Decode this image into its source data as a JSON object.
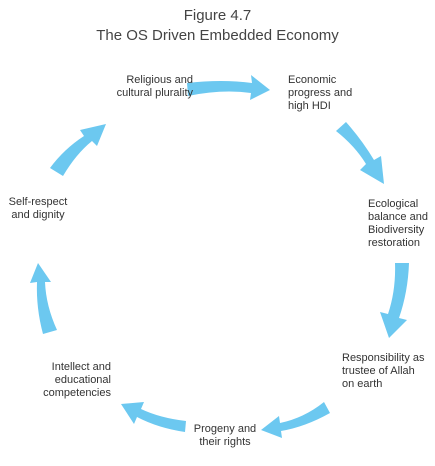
{
  "figure": {
    "number": "Figure 4.7",
    "title": "The OS Driven Embedded Economy"
  },
  "colors": {
    "arrow": "#6cc8f0",
    "text": "#333333"
  },
  "nodes": [
    {
      "id": "economic",
      "lines": [
        "Economic",
        "progress and",
        "high HDI"
      ]
    },
    {
      "id": "ecological",
      "lines": [
        "Ecological",
        "balance and",
        "Biodiversity",
        "restoration"
      ]
    },
    {
      "id": "responsibility",
      "lines": [
        "Responsibility as",
        "trustee of Allah",
        "on earth"
      ]
    },
    {
      "id": "progeny",
      "lines": [
        "Progeny and",
        "their rights"
      ]
    },
    {
      "id": "intellect",
      "lines": [
        "Intellect and",
        "educational",
        "competencies"
      ]
    },
    {
      "id": "selfrespect",
      "lines": [
        "Self-respect",
        "and dignity"
      ]
    },
    {
      "id": "religious",
      "lines": [
        "Religious and",
        "cultural plurality"
      ]
    }
  ]
}
